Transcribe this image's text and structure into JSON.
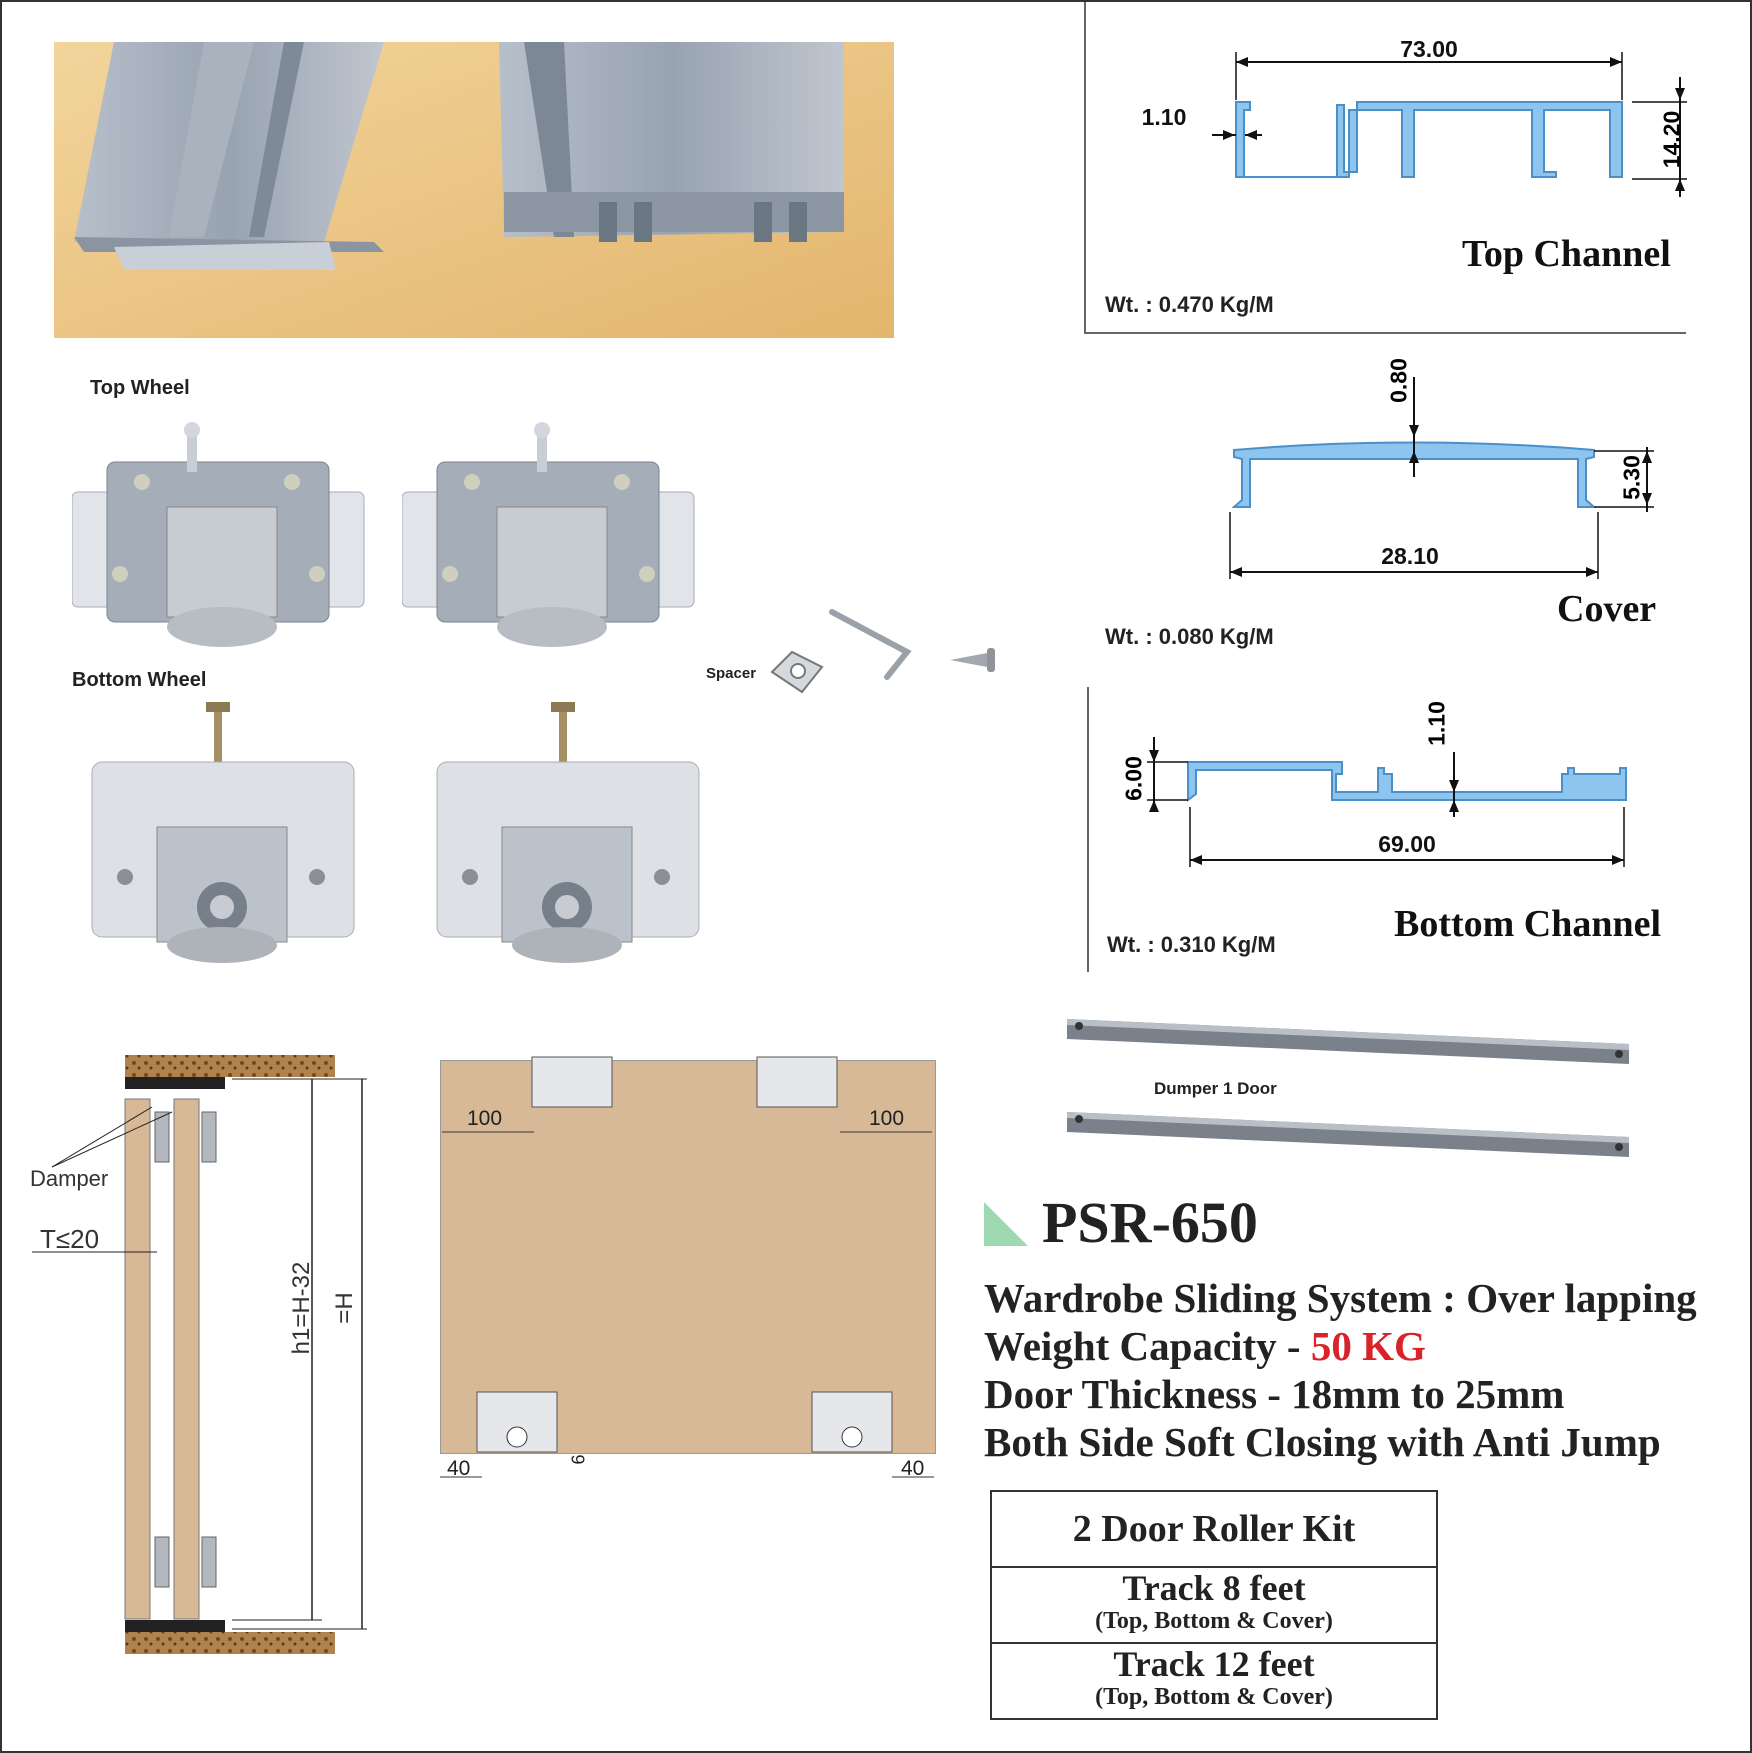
{
  "channels": {
    "top": {
      "title": "Top Channel",
      "weight": "Wt. : 0.470 Kg/M",
      "dims": {
        "width": "73.00",
        "wall": "1.10",
        "height": "14.20"
      }
    },
    "cover": {
      "title": "Cover",
      "weight": "Wt. : 0.080 Kg/M",
      "dims": {
        "thickness": "0.80",
        "height": "5.30",
        "width": "28.10"
      }
    },
    "bottom": {
      "title": "Bottom Channel",
      "weight": "Wt. : 0.310 Kg/M",
      "dims": {
        "height": "6.00",
        "wall": "1.10",
        "width": "69.00"
      }
    }
  },
  "parts": {
    "top_wheel": "Top Wheel",
    "bottom_wheel": "Bottom Wheel",
    "spacer": "Spacer",
    "damper_label": "Dumper 1 Door"
  },
  "side_drawing": {
    "damper": "Damper",
    "thickness": "T≤20",
    "h1": "h1=H-32",
    "H": "=H"
  },
  "door_drawing": {
    "top_left_offset": "100",
    "top_right_offset": "100",
    "bottom_left_offset": "40",
    "bottom_right_offset": "40",
    "gap": "6"
  },
  "product": {
    "model": "PSR-650",
    "line1": "Wardrobe Sliding System : Over lapping",
    "line2_prefix": "Weight Capacity - ",
    "line2_value": "50 KG",
    "line3": "Door Thickness - 18mm to 25mm",
    "line4": "Both Side Soft Closing with Anti Jump"
  },
  "kit_table": {
    "header": "2 Door Roller Kit",
    "rows": [
      {
        "title": "Track 8 feet",
        "sub": "(Top, Bottom & Cover)"
      },
      {
        "title": "Track 12 feet",
        "sub": "(Top, Bottom & Cover)"
      }
    ]
  },
  "colors": {
    "profile": "#8ec5ef",
    "door": "#d7b897",
    "accent_red": "#d8232a",
    "triangle": "#9fd9b1",
    "wood": "#b2824c"
  }
}
